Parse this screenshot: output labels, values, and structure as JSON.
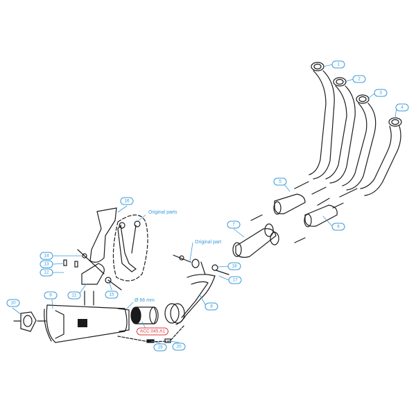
{
  "colors": {
    "line": "#1a1a1a",
    "callout": "#3a9ad9",
    "accessory": "#e23a3a"
  },
  "callouts": [
    {
      "id": "1",
      "text": "1"
    },
    {
      "id": "2",
      "text": "2"
    },
    {
      "id": "3",
      "text": "3"
    },
    {
      "id": "4",
      "text": "4"
    },
    {
      "id": "5",
      "text": "5"
    },
    {
      "id": "6",
      "text": "6"
    },
    {
      "id": "7",
      "text": "7"
    },
    {
      "id": "8",
      "text": "8"
    },
    {
      "id": "9",
      "text": "9"
    },
    {
      "id": "10",
      "text": "10"
    },
    {
      "id": "11",
      "text": "11"
    },
    {
      "id": "12",
      "text": "12"
    },
    {
      "id": "13",
      "text": "13"
    },
    {
      "id": "14",
      "text": "14"
    },
    {
      "id": "15",
      "text": "15"
    },
    {
      "id": "16",
      "text": "16"
    },
    {
      "id": "17",
      "text": "17"
    },
    {
      "id": "18",
      "text": "18"
    },
    {
      "id": "19",
      "text": "19"
    },
    {
      "id": "20",
      "text": "20"
    }
  ],
  "notes": {
    "original_parts": "Original parts",
    "original_part": "Original part",
    "diameter": "Ø 66 mm",
    "accessory_code": "ACC.045.A1"
  }
}
